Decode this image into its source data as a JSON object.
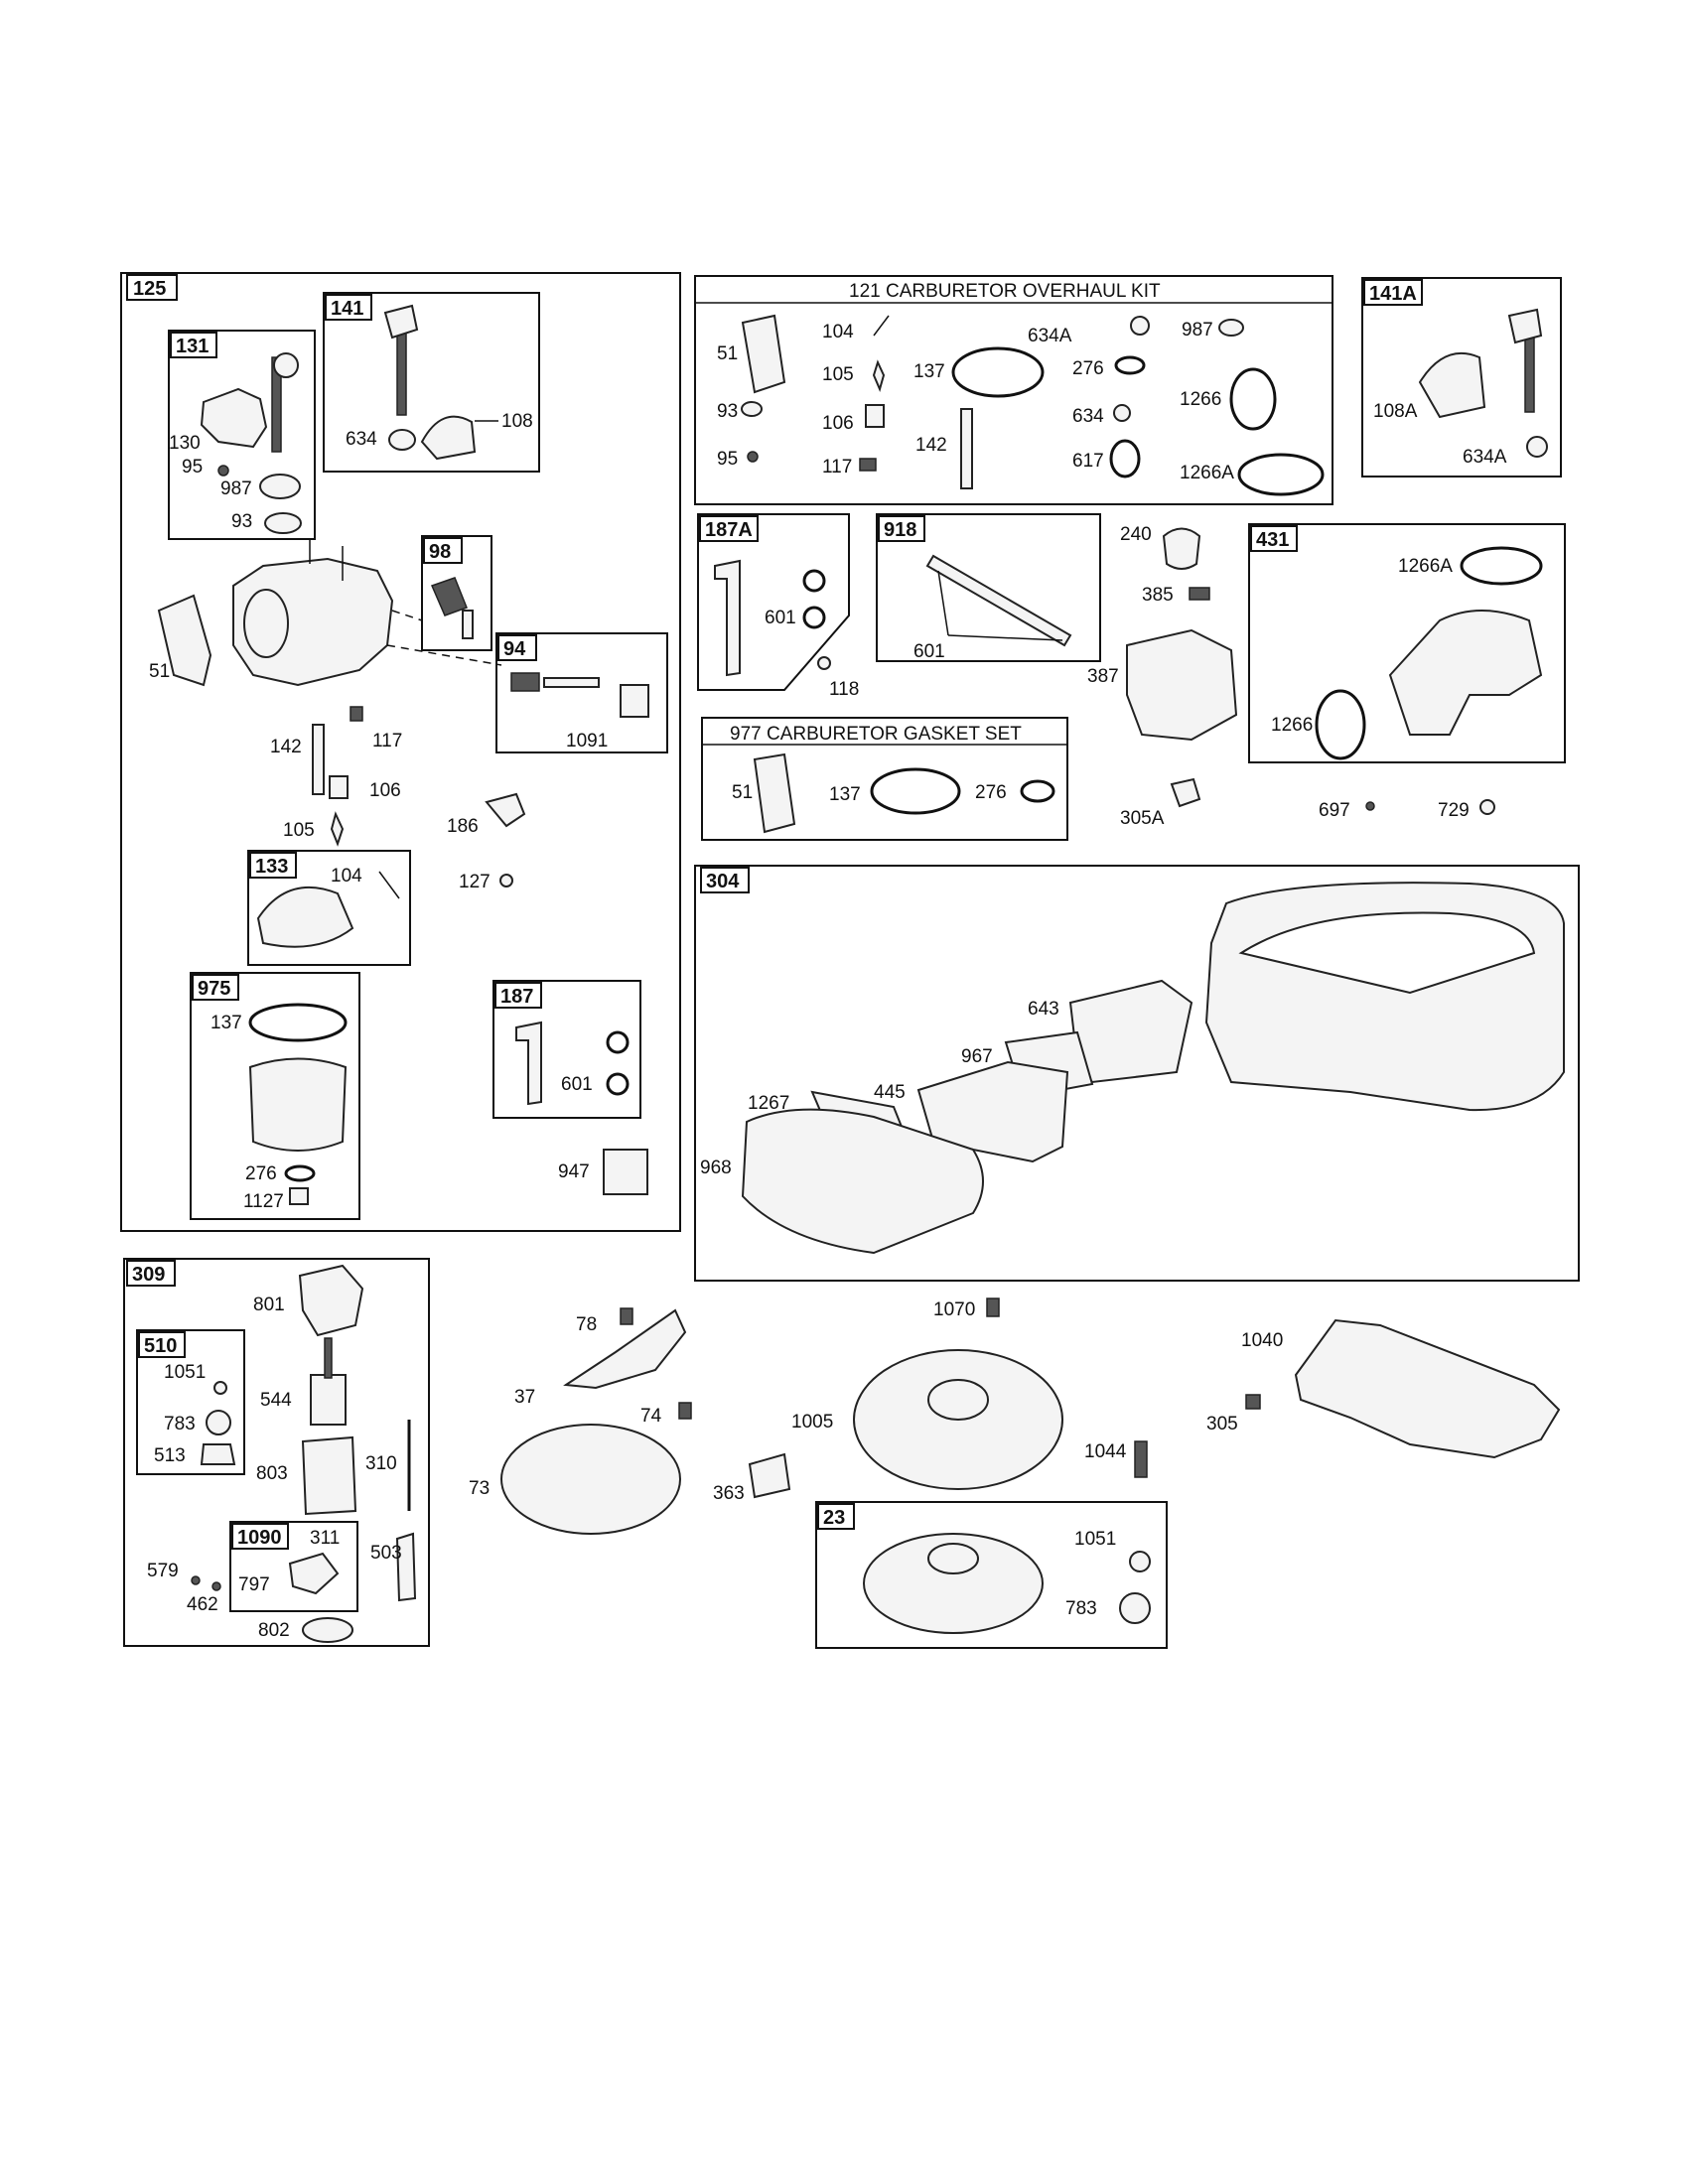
{
  "kits": {
    "overhaul": "121 CARBURETOR OVERHAUL KIT",
    "gasket": "977 CARBURETOR GASKET SET"
  },
  "tags": {
    "t125": "125",
    "t141": "141",
    "t131": "131",
    "t98": "98",
    "t94": "94",
    "t133": "133",
    "t975": "975",
    "t187": "187",
    "t141A": "141A",
    "t187A": "187A",
    "t918": "918",
    "t431": "431",
    "t304": "304",
    "t309": "309",
    "t510": "510",
    "t1090": "1090",
    "t23": "23"
  },
  "labels": {
    "l130": "130",
    "l95": "95",
    "l987": "987",
    "l93": "93",
    "l634": "634",
    "l108": "108",
    "l51": "51",
    "l117": "117",
    "l142": "142",
    "l106": "106",
    "l1091": "1091",
    "l105": "105",
    "l186": "186",
    "l104": "104",
    "l127": "127",
    "l137": "137",
    "l276": "276",
    "l1127": "1127",
    "l601": "601",
    "l947": "947",
    "k51": "51",
    "k104": "104",
    "k105": "105",
    "k137": "137",
    "k634A": "634A",
    "k987": "987",
    "k276": "276",
    "k1266": "1266",
    "k93": "93",
    "k106": "106",
    "k634": "634",
    "k95": "95",
    "k117": "117",
    "k142": "142",
    "k617": "617",
    "k1266A": "1266A",
    "a108A": "108A",
    "a634A": "634A",
    "r601a": "601",
    "r118": "118",
    "r601b": "601",
    "r240": "240",
    "r385": "385",
    "r387": "387",
    "r1266A": "1266A",
    "r1266": "1266",
    "g51": "51",
    "g137": "137",
    "g276": "276",
    "r305A": "305A",
    "r697": "697",
    "r729": "729",
    "b643": "643",
    "b967": "967",
    "b445": "445",
    "b1267": "1267",
    "b968": "968",
    "s801": "801",
    "s1051": "1051",
    "s544": "544",
    "s783": "783",
    "s513": "513",
    "s803": "803",
    "s310": "310",
    "s311": "311",
    "s579": "579",
    "s797": "797",
    "s503": "503",
    "s462": "462",
    "s802": "802",
    "m78": "78",
    "m37": "37",
    "m74": "74",
    "m73": "73",
    "m1070": "1070",
    "m1005": "1005",
    "m1044": "1044",
    "m363": "363",
    "m1051": "1051",
    "m783": "783",
    "m1040": "1040",
    "m305": "305"
  }
}
